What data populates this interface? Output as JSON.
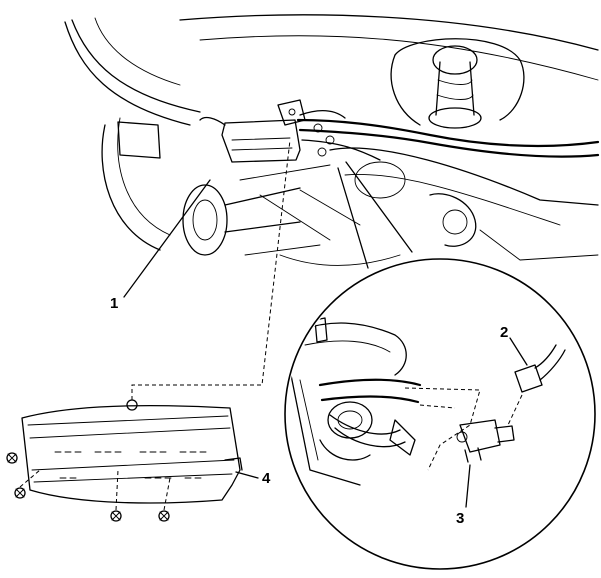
{
  "callouts": {
    "c1": "1",
    "c2": "2",
    "c3": "3",
    "c4": "4"
  },
  "colors": {
    "line": "#000000",
    "background": "#ffffff"
  }
}
